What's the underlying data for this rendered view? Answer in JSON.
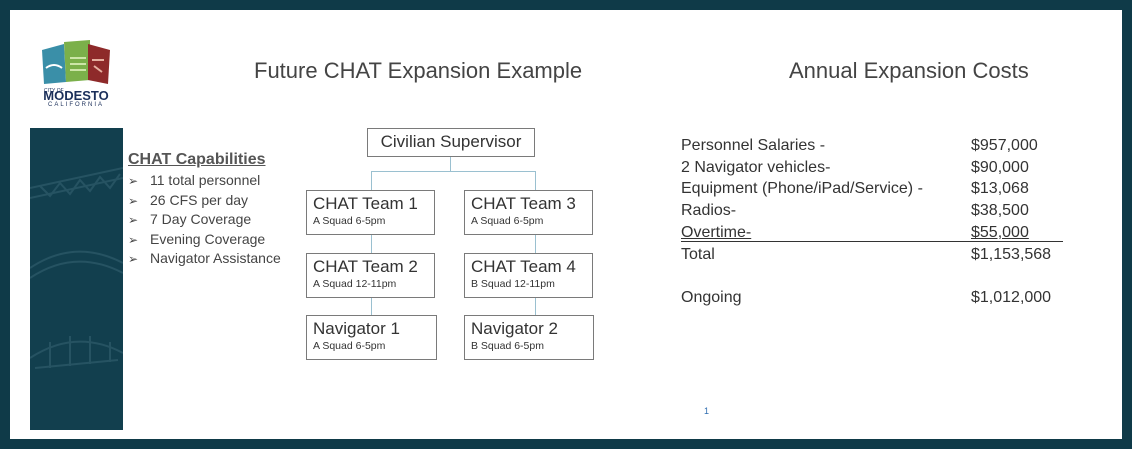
{
  "logo": {
    "city_small": "CITY OF",
    "word": "MODESTO",
    "state": "CALIFORNIA"
  },
  "titles": {
    "left": "Future CHAT Expansion Example",
    "right": "Annual Expansion Costs"
  },
  "capabilities": {
    "heading": "CHAT Capabilities",
    "bullet_glyph": "➢",
    "items": [
      "11 total personnel",
      "26 CFS per day",
      "7 Day Coverage",
      "Evening Coverage",
      "Navigator Assistance"
    ]
  },
  "org_chart": {
    "root": "Civilian Supervisor",
    "left_column": [
      {
        "name": "CHAT Team 1",
        "shift": "A Squad 6-5pm"
      },
      {
        "name": "CHAT Team 2",
        "shift": "A Squad 12-11pm"
      },
      {
        "name": "Navigator 1",
        "shift": "A Squad 6-5pm"
      }
    ],
    "right_column": [
      {
        "name": "CHAT Team 3",
        "shift": "A Squad 6-5pm"
      },
      {
        "name": "CHAT Team 4",
        "shift": "B Squad 12-11pm"
      },
      {
        "name": "Navigator 2",
        "shift": "B Squad 6-5pm"
      }
    ]
  },
  "costs": [
    {
      "label": "Personnel Salaries -",
      "amount": "$957,000"
    },
    {
      "label": "2 Navigator vehicles-",
      "amount": "$90,000"
    },
    {
      "label": "Equipment (Phone/iPad/Service) -",
      "amount": "$13,068"
    },
    {
      "label": "Radios-",
      "amount": "$38,500"
    },
    {
      "label": "Overtime-",
      "amount": "$55,000"
    }
  ],
  "total": {
    "label": "Total",
    "amount": "$1,153,568"
  },
  "ongoing": {
    "label": "Ongoing",
    "amount": "$1,012,000"
  },
  "page_number": "1",
  "colors": {
    "frame": "#0f3a48",
    "side_panel": "#123f4e",
    "connector": "#9ac0d0"
  }
}
